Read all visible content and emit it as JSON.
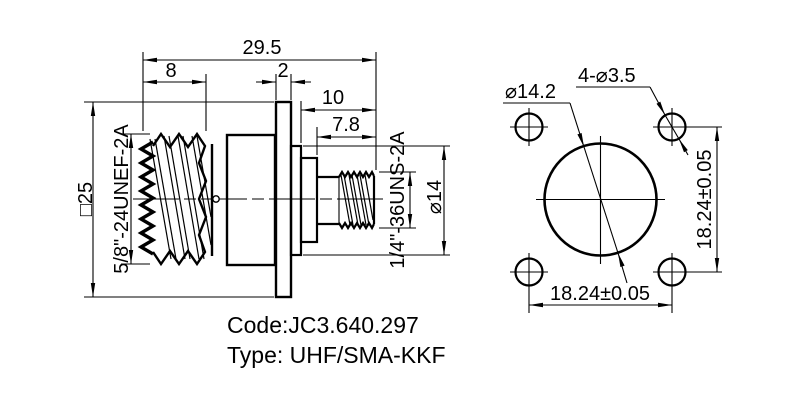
{
  "meta": {
    "background": "#ffffff",
    "line_color": "#000000"
  },
  "side_view": {
    "dimensions": {
      "overall_length": "29.5",
      "uhf_thread_length": "8",
      "flange_thickness": "2",
      "front_length": "10",
      "sma_section_length": "7.8",
      "flange_square": "□25",
      "uhf_thread_spec": "5/8\"-24UNEF-2A",
      "sma_thread_spec": "1/4\"-36UNS-2A",
      "boss_diameter": "⌀14"
    }
  },
  "front_view": {
    "dimensions": {
      "body_diameter": "⌀14.2",
      "mounting_holes": "4-⌀3.5",
      "hole_spacing_vertical": "18.24±0.05",
      "hole_spacing_horizontal": "18.24±0.05"
    }
  },
  "caption": {
    "code": "Code:JC3.640.297",
    "type": "Type: UHF/SMA-KKF"
  }
}
